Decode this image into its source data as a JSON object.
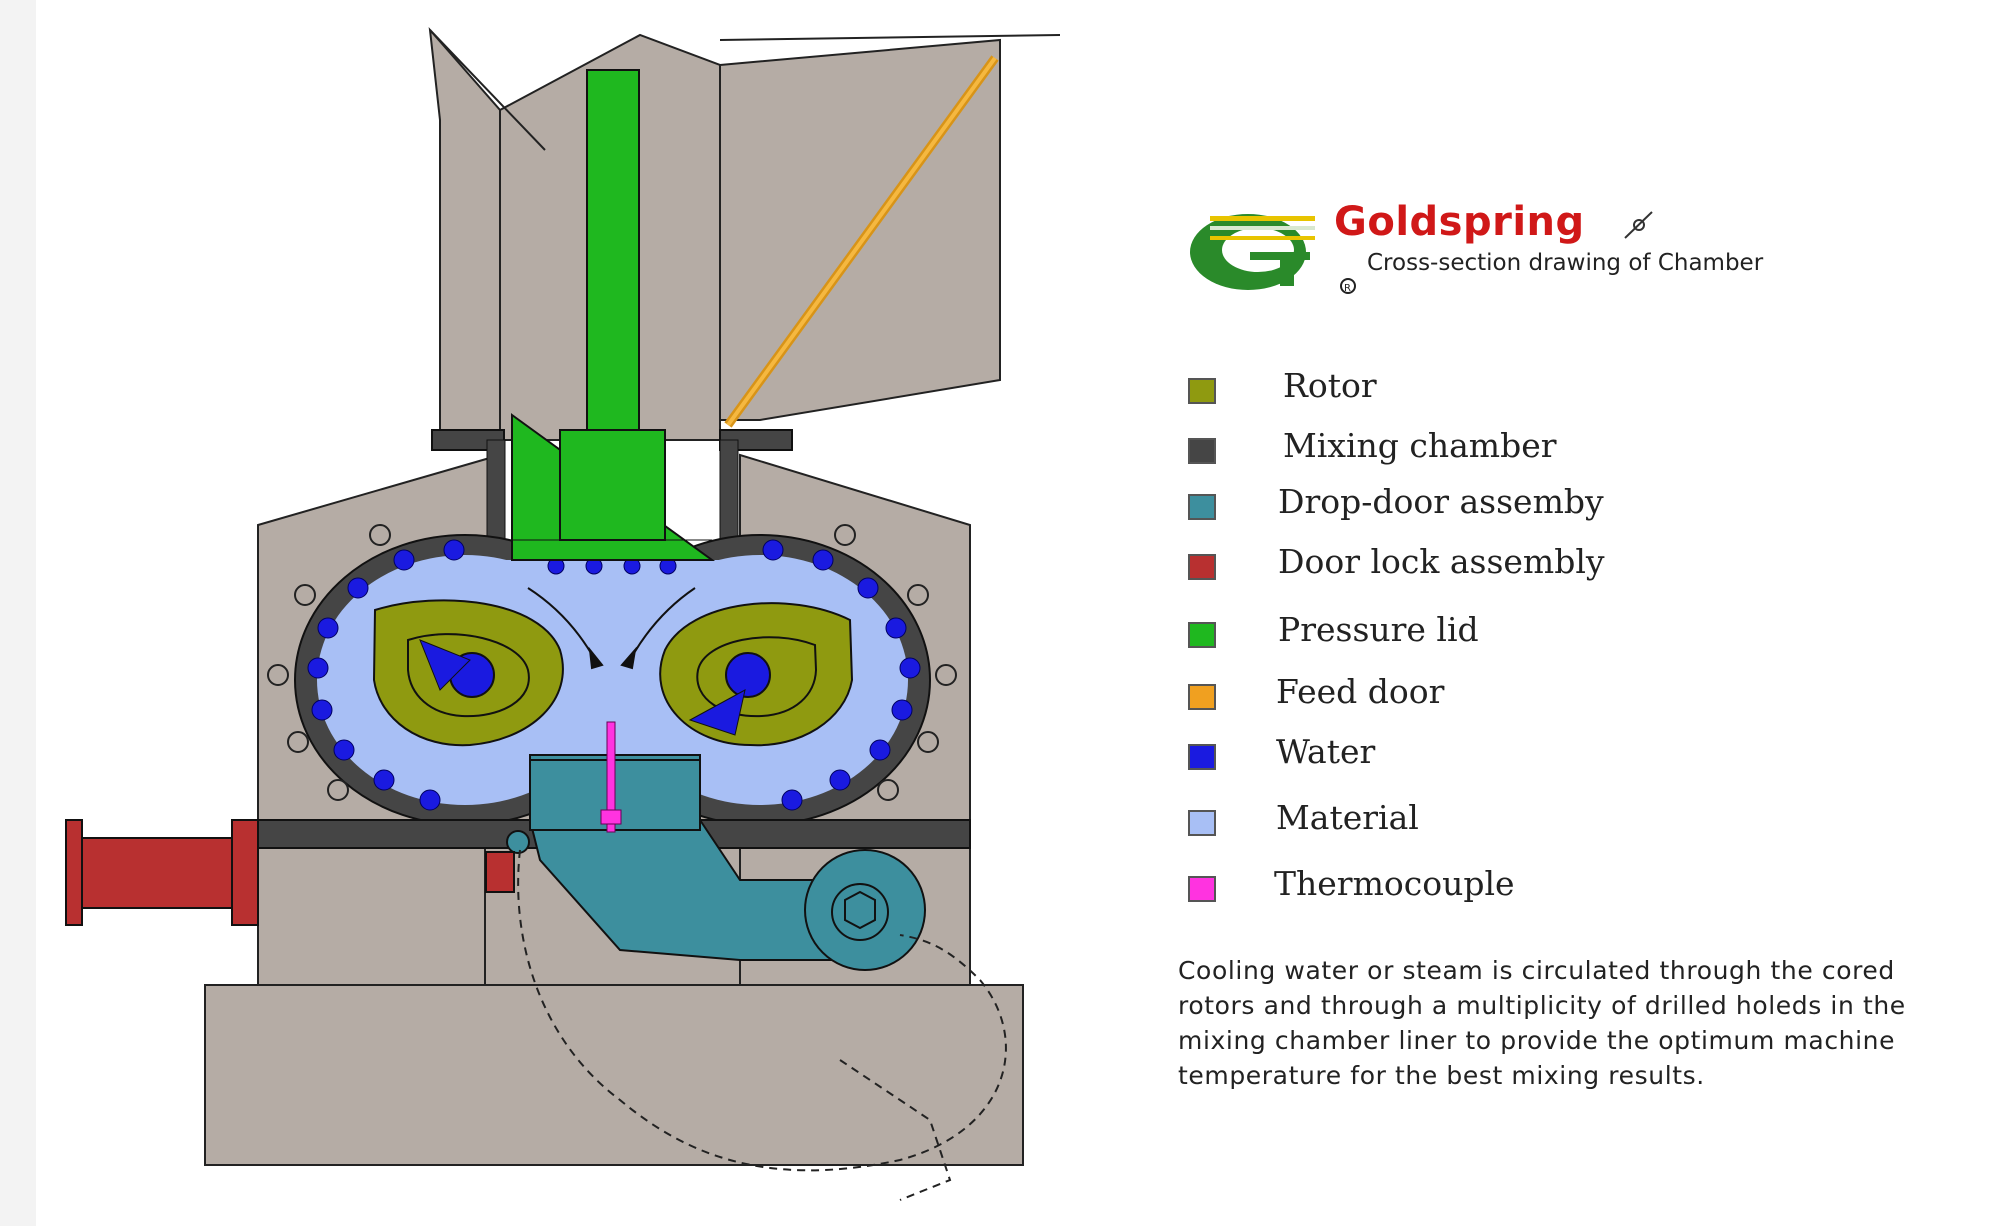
{
  "brand": {
    "name": "Goldspring",
    "subtitle": "Cross-section drawing of Chamber",
    "colors": {
      "name": "#d01818",
      "logo_green": "#2a8a2a",
      "logo_stripe": "#e8c400"
    }
  },
  "legend": [
    {
      "label": "Rotor",
      "color": "#8f9a10"
    },
    {
      "label": "Mixing chamber",
      "color": "#454545"
    },
    {
      "label": "Drop-door assemby",
      "color": "#3d8f9e"
    },
    {
      "label": "Door lock assembly",
      "color": "#b83030"
    },
    {
      "label": "Pressure lid",
      "color": "#1fb81f"
    },
    {
      "label": "Feed door",
      "color": "#f0a020"
    },
    {
      "label": "Water",
      "color": "#1a1ae0"
    },
    {
      "label": "Material",
      "color": "#a8bff5"
    },
    {
      "label": "Thermocouple",
      "color": "#ff33e0"
    }
  ],
  "description": "Cooling water or steam is circulated through the cored rotors and through a multiplicity of drilled holeds in the mixing chamber liner to provide the optimum machine temperature for the best mixing results."
}
